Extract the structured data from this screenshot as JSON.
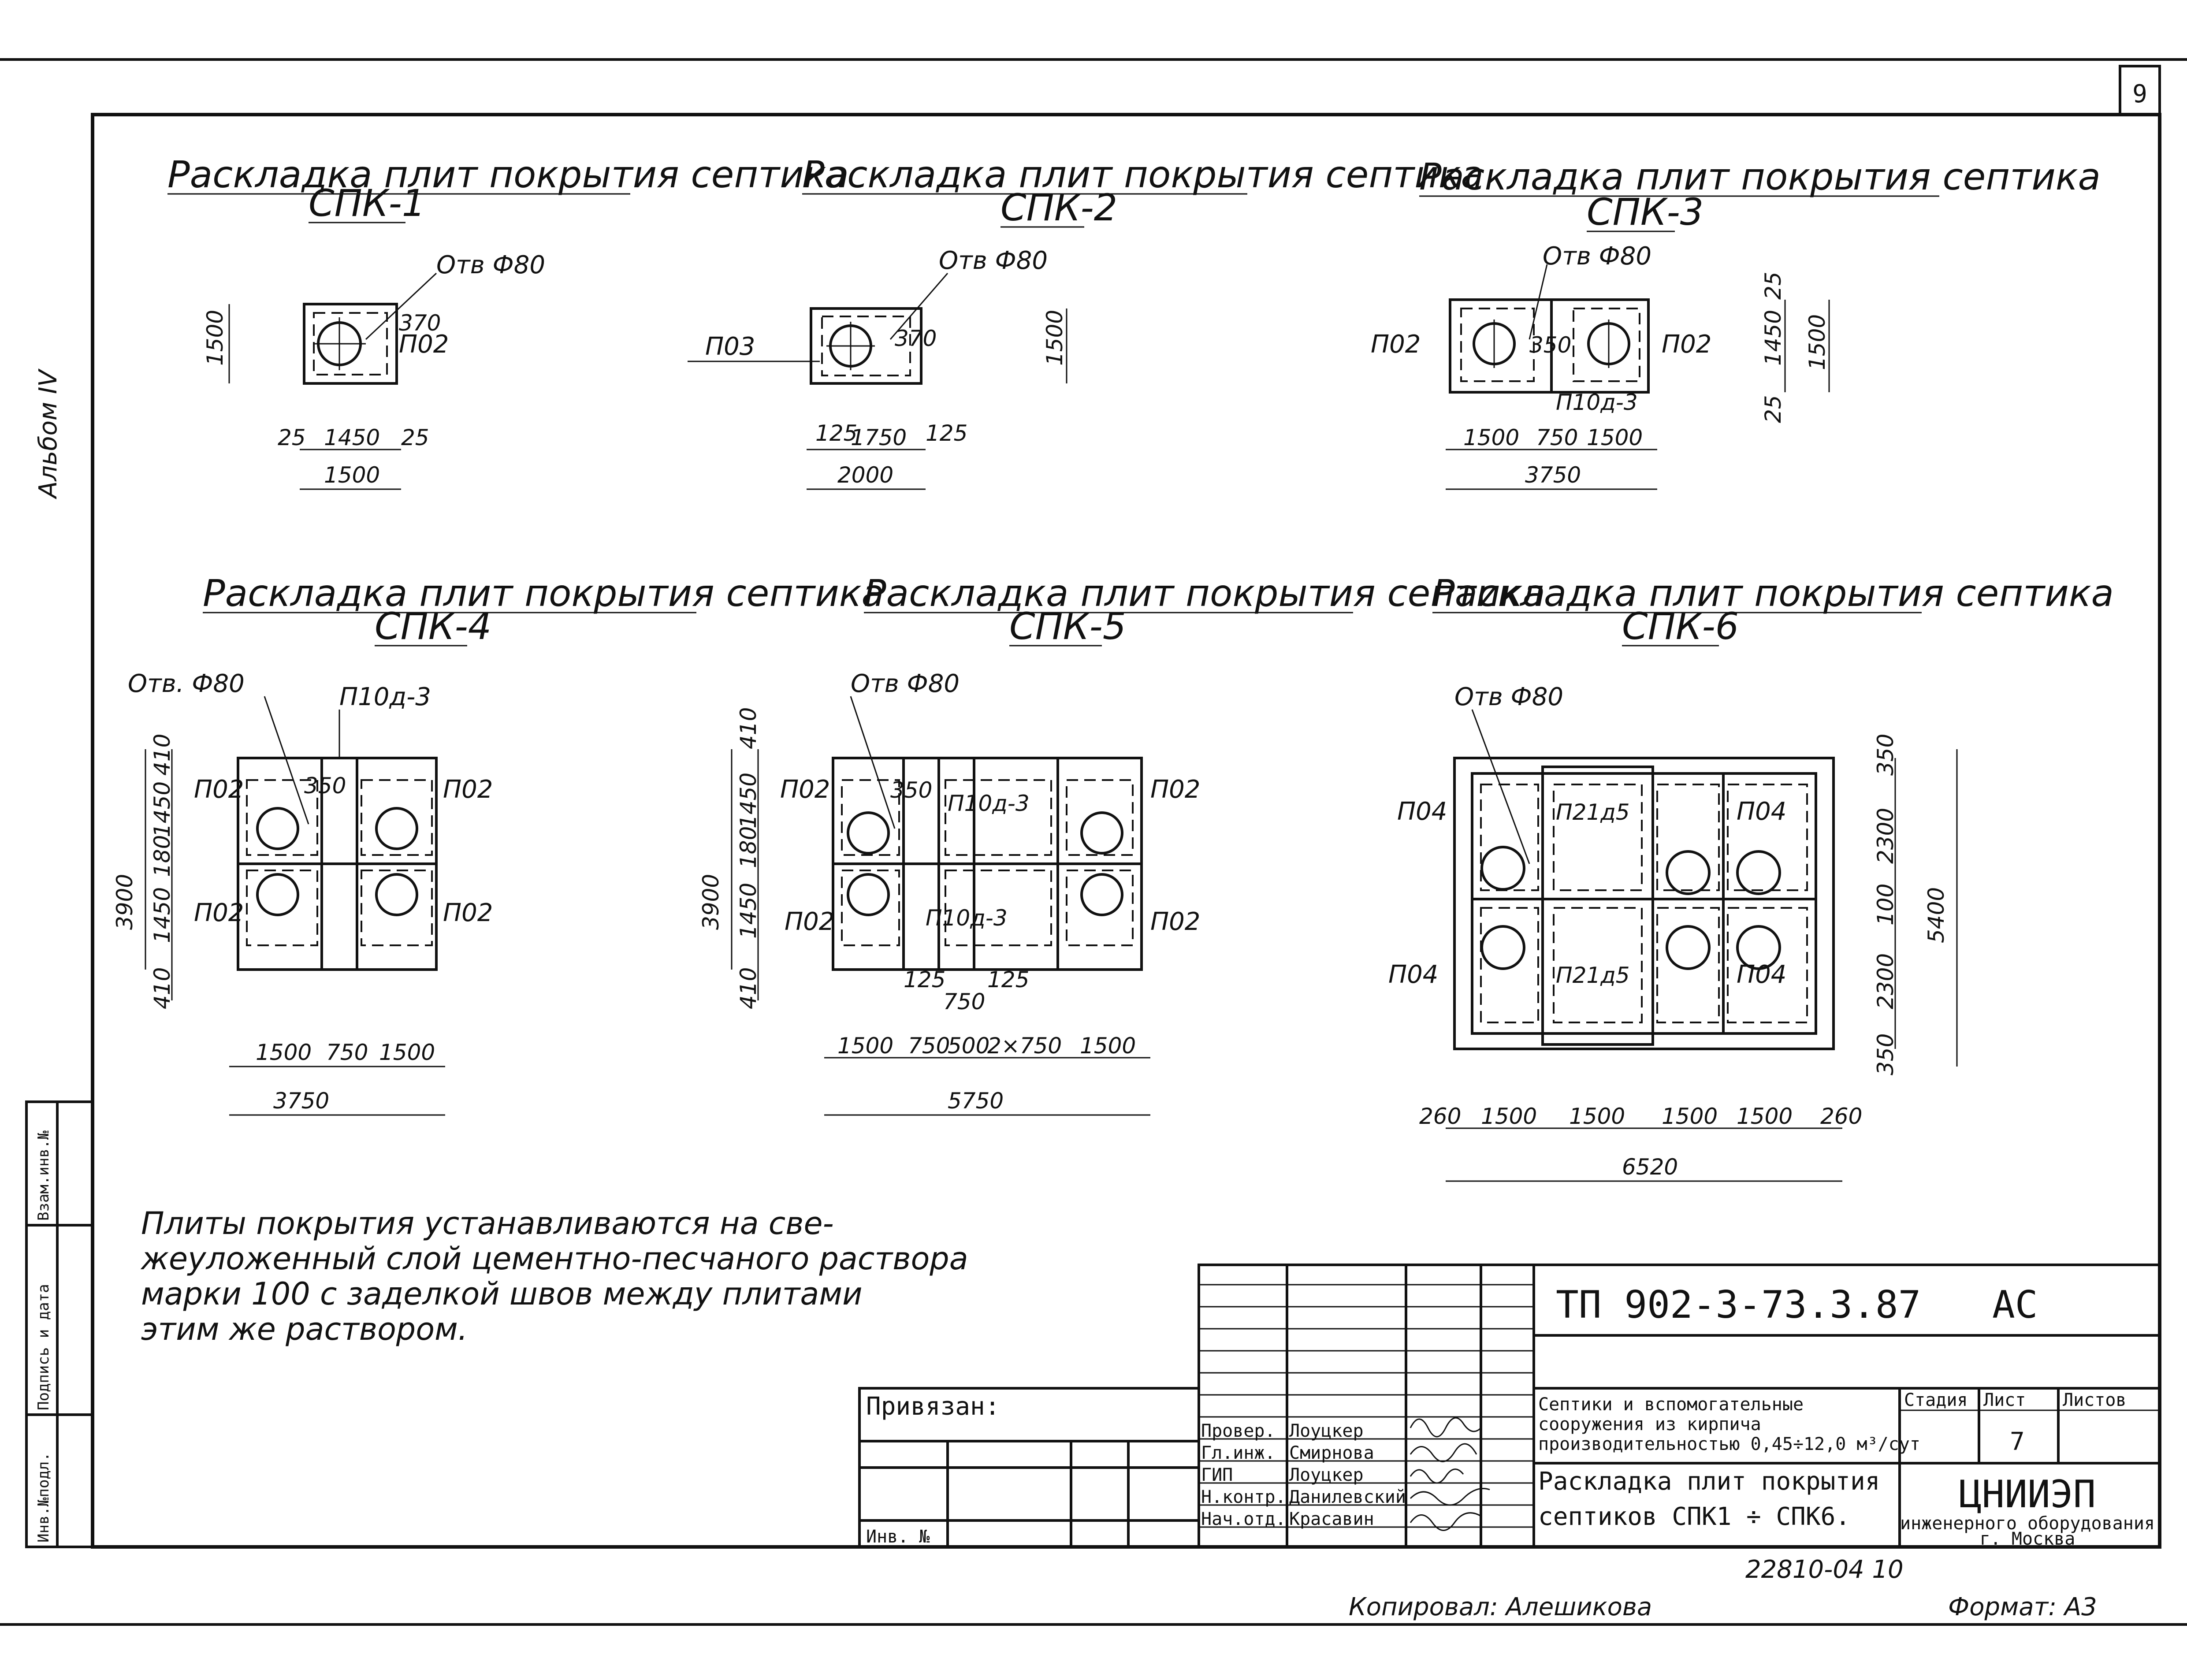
{
  "sheet": {
    "sheet_number": "9",
    "album_label": "Альбом IV",
    "side_stamps": [
      "Инв.№подл.",
      "Подпись и дата",
      "Взам.инв.№"
    ]
  },
  "drawings": [
    {
      "id": "spk1",
      "title": "Раскладка плит покрытия септика",
      "subtitle": "СПК-1",
      "hole": "Отв Ф80",
      "labels": [
        "П02"
      ],
      "dims": {
        "height": "1500",
        "inner": "370",
        "bottom": [
          "25",
          "1450",
          "25"
        ],
        "total": "1500"
      }
    },
    {
      "id": "spk2",
      "title": "Раскладка плит покрытия септика",
      "subtitle": "СПК-2",
      "hole": "Отв Ф80",
      "labels": [
        "П03"
      ],
      "dims": {
        "height": "1500",
        "inner": "370",
        "bottom": [
          "125",
          "1750",
          "125"
        ],
        "total": "2000"
      }
    },
    {
      "id": "spk3",
      "title": "Раскладка плит покрытия септика",
      "subtitle": "СПК-3",
      "hole": "Отв Ф80",
      "labels": [
        "П02",
        "П02",
        "П10д-3"
      ],
      "dims": {
        "right": [
          "25",
          "1450",
          "25"
        ],
        "height": "1500",
        "inner": "350",
        "bottom": [
          "1500",
          "750",
          "1500"
        ],
        "total": "3750"
      }
    },
    {
      "id": "spk4",
      "title": "Раскладка плит покрытия септика",
      "subtitle": "СПК-4",
      "hole": "Отв. Ф80",
      "labels": [
        "П10д-3",
        "П02",
        "П02",
        "П02",
        "П02"
      ],
      "dims": {
        "left": [
          "410",
          "1450",
          "180",
          "1450",
          "410"
        ],
        "height": "3900",
        "inner": "350",
        "bottom": [
          "1500",
          "750",
          "1500"
        ],
        "total": "3750"
      }
    },
    {
      "id": "spk5",
      "title": "Раскладка плит покрытия септика",
      "subtitle": "СПК-5",
      "hole": "Отв Ф80",
      "labels": [
        "П02",
        "П02",
        "П02",
        "П02",
        "П10д-3",
        "П10д-3"
      ],
      "dims": {
        "left": [
          "410",
          "1450",
          "180",
          "1450",
          "410"
        ],
        "height": "3900",
        "inner": "350",
        "mid": [
          "125",
          "125",
          "750"
        ],
        "bottom": [
          "1500",
          "750",
          "500",
          "2×750",
          "1500"
        ],
        "total": "5750"
      }
    },
    {
      "id": "spk6",
      "title": "Раскладка плит покрытия септика",
      "subtitle": "СПК-6",
      "hole": "Отв Ф80",
      "labels": [
        "П04",
        "П04",
        "П04",
        "П04",
        "П21д5",
        "П21д5"
      ],
      "dims": {
        "right": [
          "350",
          "2300",
          "100",
          "2300",
          "350"
        ],
        "height": "5400",
        "bottom": [
          "260",
          "1500",
          "1500",
          "1500",
          "1500",
          "260"
        ],
        "total": "6520"
      }
    }
  ],
  "note": [
    "Плиты покрытия  устанавливаются на све-",
    "жеуложенный слой цементно-песчаного раствора",
    "марки 100 с заделкой швов между плитами",
    "этим же  раствором."
  ],
  "title_block": {
    "code": "ТП 902-3-73.3.87",
    "mark": "АС",
    "privyazan": "Привязан:",
    "inv_no": "Инв. №",
    "roles": [
      "Провер.",
      "Гл.инж.",
      "ГИП",
      "Н.контр.",
      "Нач.отд."
    ],
    "names": [
      "Лоуцкер",
      "Смирнова",
      "Лоуцкер",
      "Данилевский",
      "Красавин"
    ],
    "description": [
      "Септики и вспомогательные",
      "сооружения из кирпича",
      "производительностью 0,45÷12,0 м³/сут"
    ],
    "sheet_title": [
      "Раскладка плит покрытия",
      "септиков СПК1 ÷ СПК6."
    ],
    "stage_header": "Стадия",
    "list_header": "Лист",
    "lists_header": "Листов",
    "list_value": "7",
    "org": "ЦНИИЭП",
    "org_sub": "инженерного оборудования",
    "org_city": "г. Москва",
    "archive": "22810-04  10"
  },
  "footer": {
    "copied": "Копировал: Алешикова",
    "format": "Формат: А3"
  }
}
